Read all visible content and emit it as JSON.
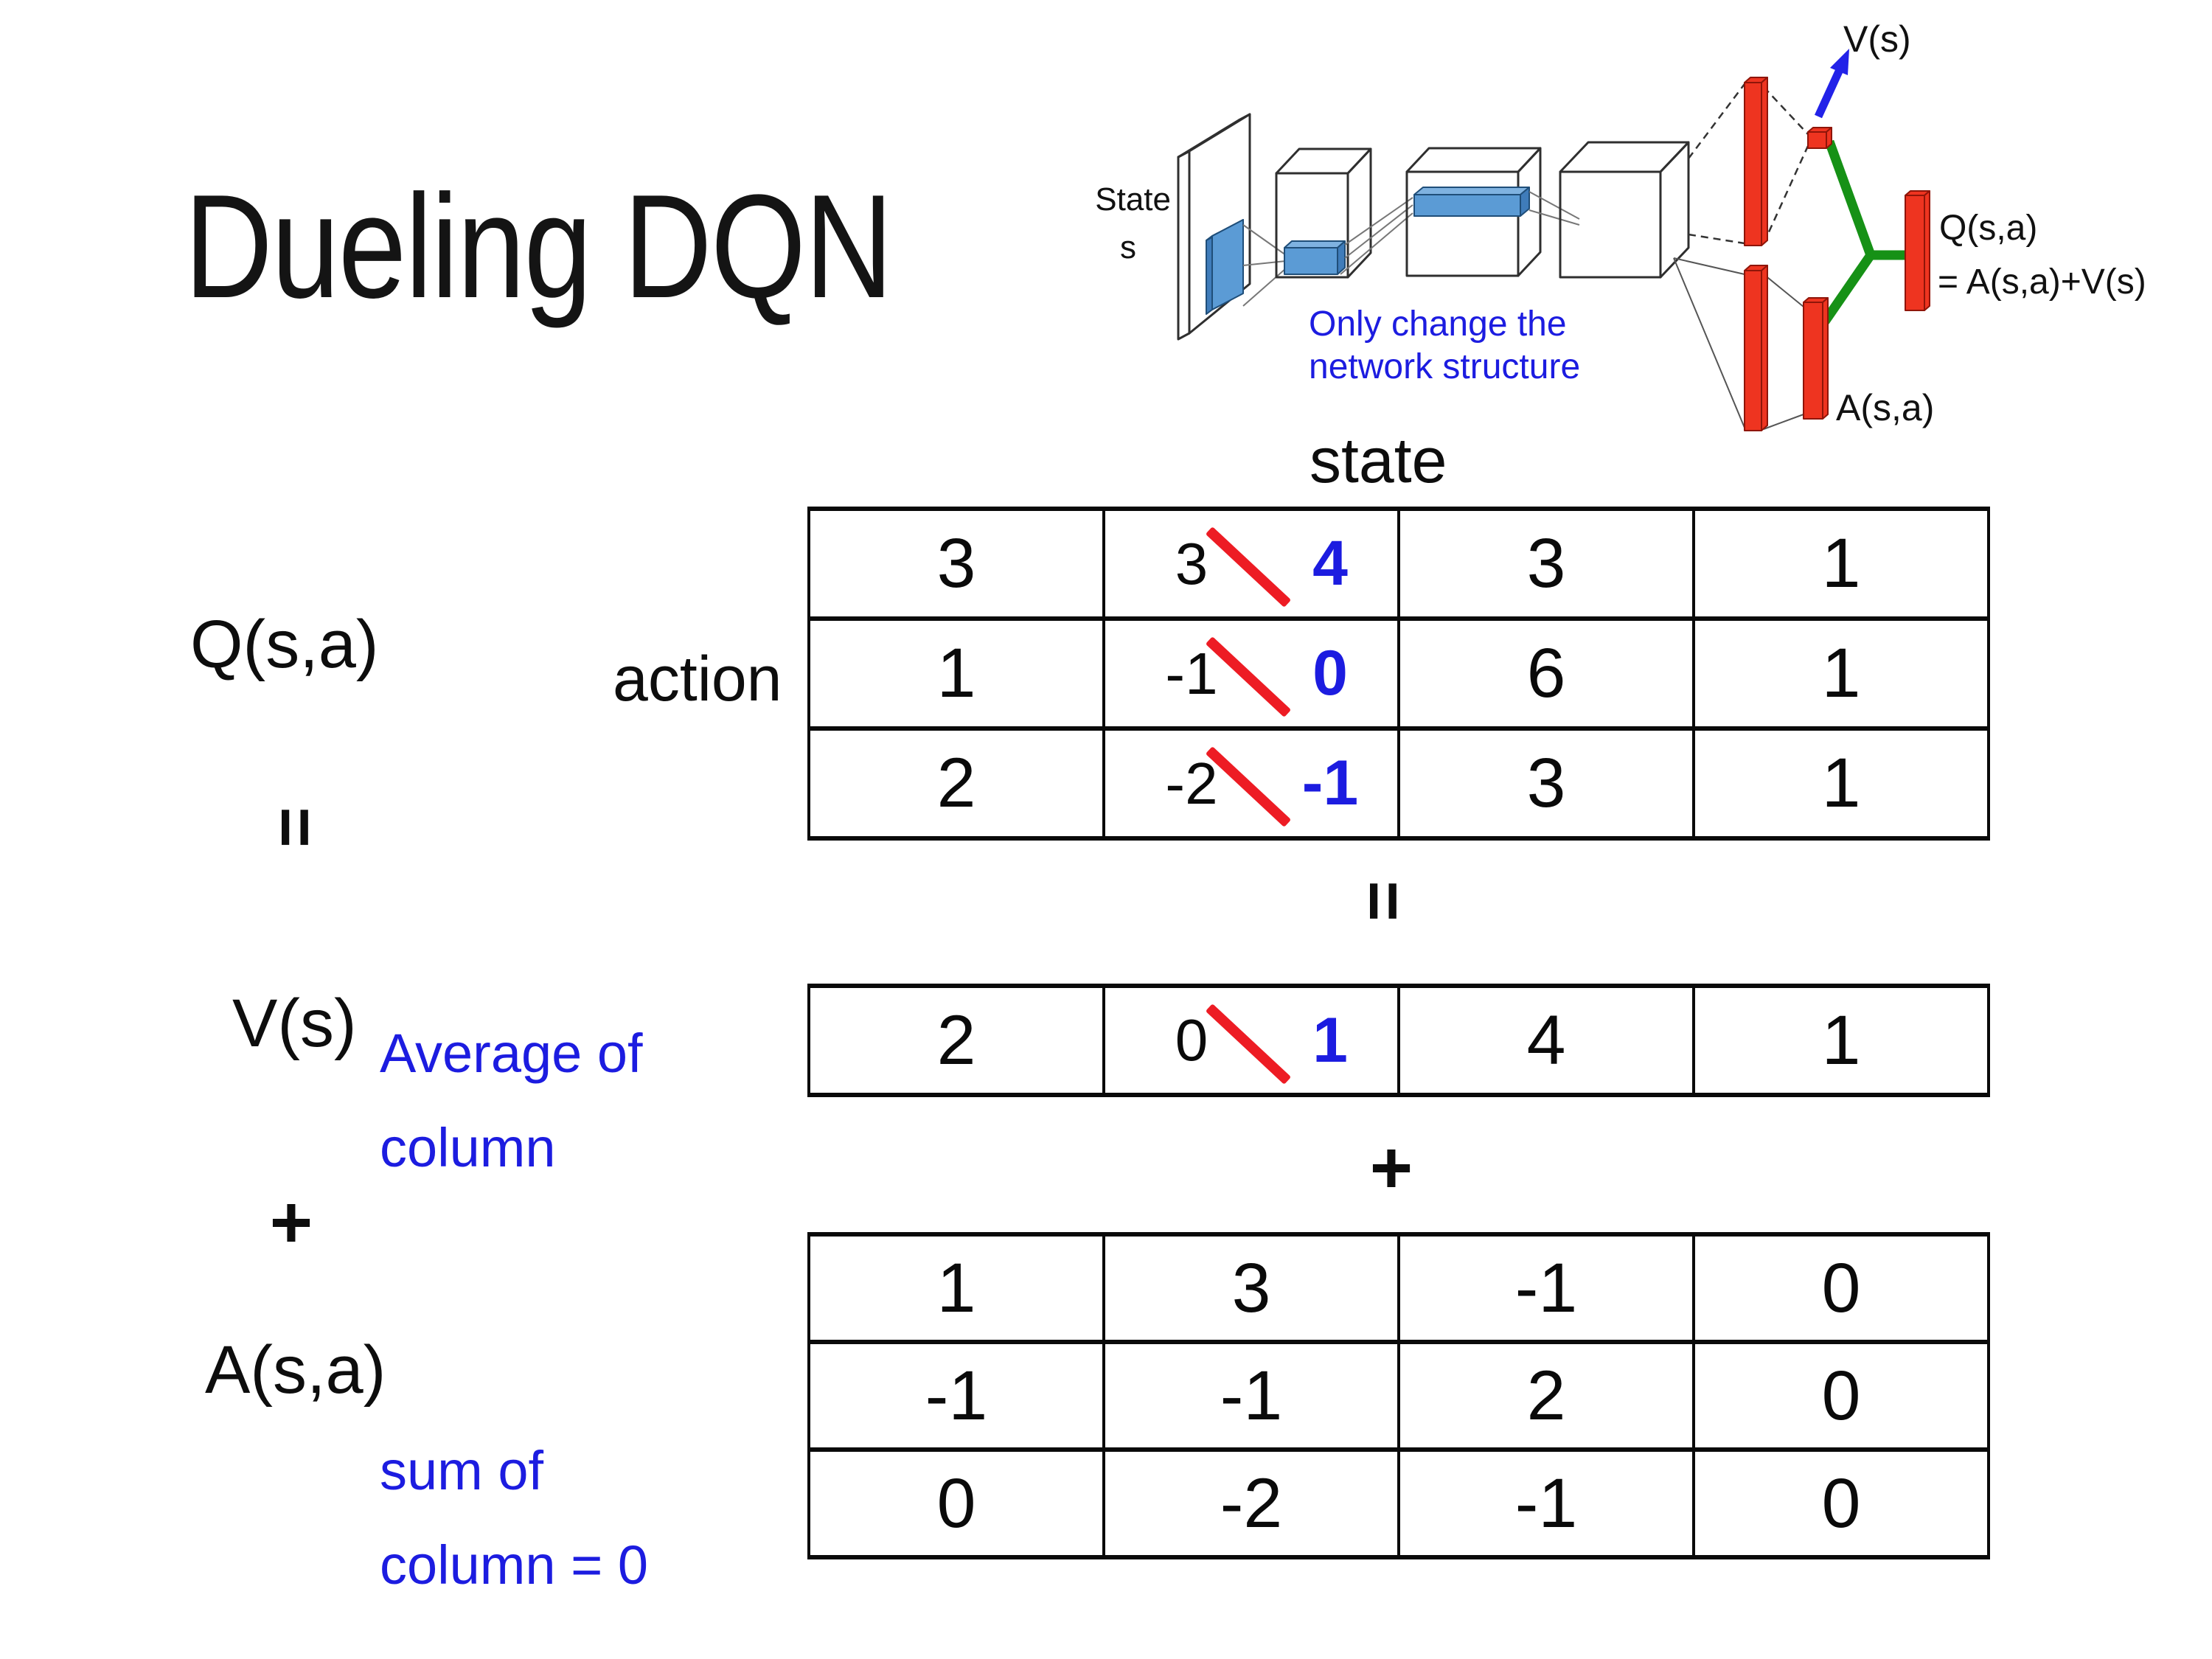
{
  "slide": {
    "title": "Dueling DQN"
  },
  "diagram": {
    "state_label": "State",
    "state_sub": "s",
    "note_line1": "Only change the",
    "note_line2": "network structure",
    "v_output": "V(s)",
    "q_output_line1": "Q(s,a)",
    "q_output_line2": "= A(s,a)+V(s)",
    "a_output": "A(s,a)"
  },
  "equation": {
    "q_label": "Q(s,a)",
    "equals": "=",
    "v_label": "V(s)",
    "plus": "+",
    "a_label": "A(s,a)",
    "state_header": "state",
    "action_label": "action",
    "avg_note_line1": "Average of",
    "avg_note_line2": "column",
    "sum_note_line1": "sum of",
    "sum_note_line2": "column = 0"
  },
  "q_table": {
    "rows": [
      {
        "c0": "3",
        "old": "3",
        "new": "4",
        "c2": "3",
        "c3": "1"
      },
      {
        "c0": "1",
        "old": "-1",
        "new": "0",
        "c2": "6",
        "c3": "1"
      },
      {
        "c0": "2",
        "old": "-2",
        "new": "-1",
        "c2": "3",
        "c3": "1"
      }
    ]
  },
  "v_row": {
    "c0": "2",
    "old": "0",
    "new": "1",
    "c2": "4",
    "c3": "1"
  },
  "a_table": {
    "rows": [
      [
        "1",
        "3",
        "-1",
        "0"
      ],
      [
        "-1",
        "-1",
        "2",
        "0"
      ],
      [
        "0",
        "-2",
        "-1",
        "0"
      ]
    ]
  },
  "colors": {
    "blue_text": "#1c1ce0",
    "strike_red": "#ed1c24",
    "bar_red": "#ee3420",
    "green": "#169116",
    "arrow_blue": "#2222e8",
    "filter_blue": "#5b9bd5"
  }
}
